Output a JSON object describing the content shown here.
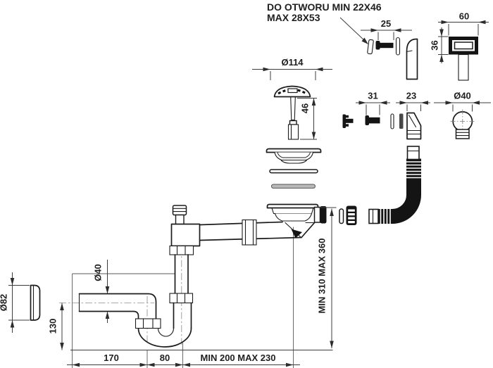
{
  "drawing": {
    "note": {
      "line1": "DO OTWORU MIN 22X46",
      "line2": "MAX 28X53"
    },
    "dims": {
      "d25": "25",
      "d60": "60",
      "d36": "36",
      "d114": "Ø114",
      "d46": "46",
      "d31": "31",
      "d23": "23",
      "d40_elbow": "Ø40",
      "d40_pipe": "Ø40",
      "d82": "Ø82",
      "d130": "130",
      "d170": "170",
      "d80": "80",
      "d200": "MIN 200 MAX 230",
      "d310": "MIN 310 MAX 360"
    },
    "colors": {
      "line": "#1c1c1c",
      "dim_line": "#3c3c3c",
      "black_fill": "#141414",
      "background": "#ffffff"
    }
  }
}
